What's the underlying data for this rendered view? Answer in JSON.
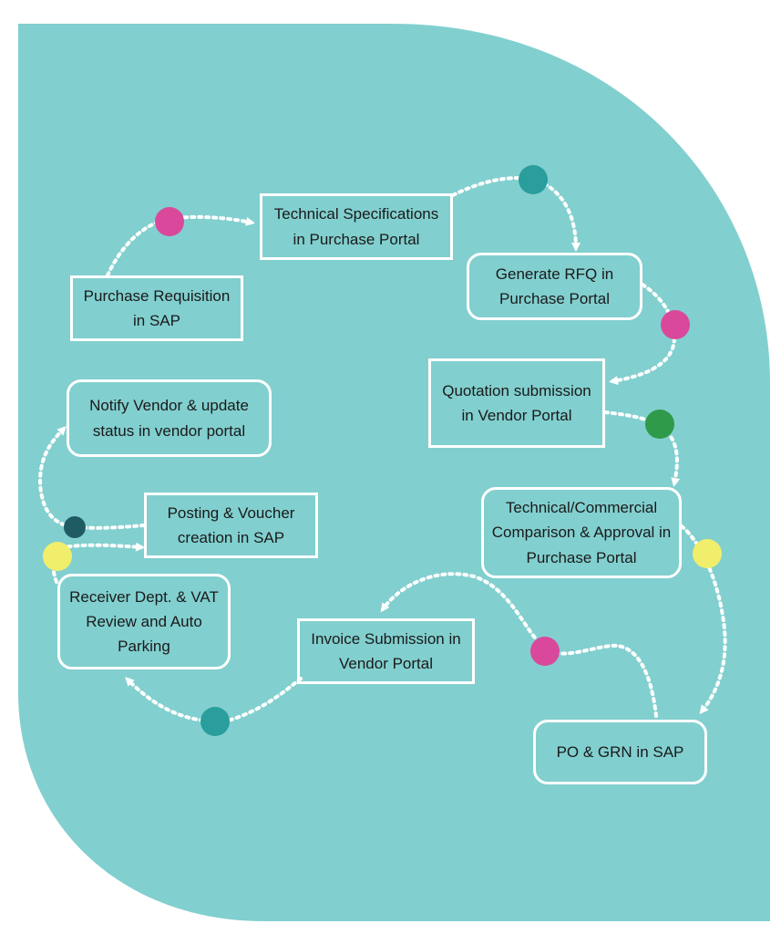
{
  "colors": {
    "background_blob": "#82cfcf",
    "box_border": "#ffffff",
    "arrow": "#ffffff",
    "magenta": "#d9489b",
    "teal": "#2a9d9d",
    "green": "#2e9a4a",
    "yellow": "#f0ee6a",
    "dark_teal": "#1f5b63"
  },
  "steps": {
    "purchase_requisition": "Purchase Requisition in SAP",
    "technical_specifications": "Technical Specifications in Purchase Portal",
    "generate_rfq": "Generate RFQ in Purchase Portal",
    "quotation_submission": "Quotation submission in Vendor Portal",
    "technical_commercial": "Technical/Commercial Comparison & Approval in Purchase Portal",
    "po_grn": "PO & GRN in SAP",
    "invoice_submission": "Invoice Submission in Vendor Portal",
    "receiver_review": "Receiver Dept. & VAT Review and Auto Parking",
    "posting_voucher": "Posting & Voucher creation in SAP",
    "notify_vendor": "Notify Vendor & update status in vendor portal"
  },
  "dots": [
    {
      "name": "dot-1",
      "color": "magenta"
    },
    {
      "name": "dot-2",
      "color": "teal"
    },
    {
      "name": "dot-3",
      "color": "magenta"
    },
    {
      "name": "dot-4",
      "color": "green"
    },
    {
      "name": "dot-5",
      "color": "yellow"
    },
    {
      "name": "dot-6",
      "color": "magenta"
    },
    {
      "name": "dot-7",
      "color": "teal"
    },
    {
      "name": "dot-8",
      "color": "yellow"
    },
    {
      "name": "dot-9",
      "color": "dark_teal"
    }
  ]
}
